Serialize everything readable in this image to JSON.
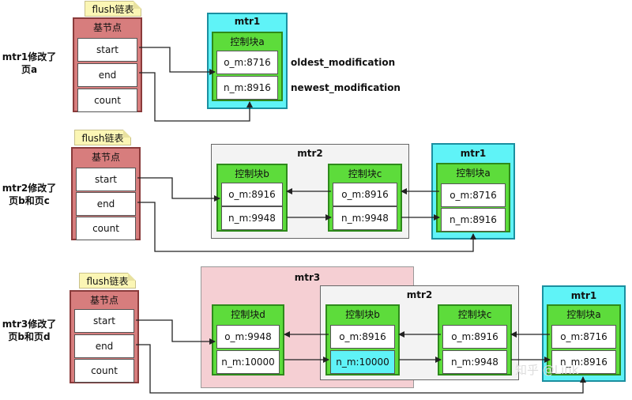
{
  "common": {
    "flush_list": "flush链表",
    "base_node": "基节点",
    "start": "start",
    "end": "end",
    "count": "count",
    "block_a": "控制块a",
    "block_b": "控制块b",
    "block_c": "控制块c",
    "block_d": "控制块d",
    "mtr1": "mtr1",
    "mtr2": "mtr2",
    "mtr3": "mtr3"
  },
  "labels": {
    "s1_line1": "mtr1修改了",
    "s1_line2": "页a",
    "s2_line1": "mtr2修改了",
    "s2_line2": "页b和页c",
    "s3_line1": "mtr3修改了",
    "s3_line2": "页b和页d"
  },
  "section1": {
    "a_om": "o_m:8716",
    "a_nm": "n_m:8916",
    "oldest": "oldest_modification",
    "newest": "newest_modification"
  },
  "section2": {
    "b_om": "o_m:8916",
    "b_nm": "n_m:9948",
    "c_om": "o_m:8916",
    "c_nm": "n_m:9948",
    "a_om": "o_m:8716",
    "a_nm": "n_m:8916"
  },
  "section3": {
    "d_om": "o_m:9948",
    "d_nm": "n_m:10000",
    "b_om": "o_m:8916",
    "b_nm": "n_m:10000",
    "c_om": "o_m:8916",
    "c_nm": "n_m:9948",
    "a_om": "o_m:8716",
    "a_nm": "n_m:8916"
  },
  "watermark": "知乎 @Link",
  "colors": {
    "note": "#fbf6b5",
    "flush_list_fill": "#d77d7d",
    "mtr1_fill": "#5ff3f7",
    "block_fill": "#5ddc3b",
    "mtr2_fill": "#f3f3f3",
    "mtr3_fill": "#f5cfd3"
  }
}
